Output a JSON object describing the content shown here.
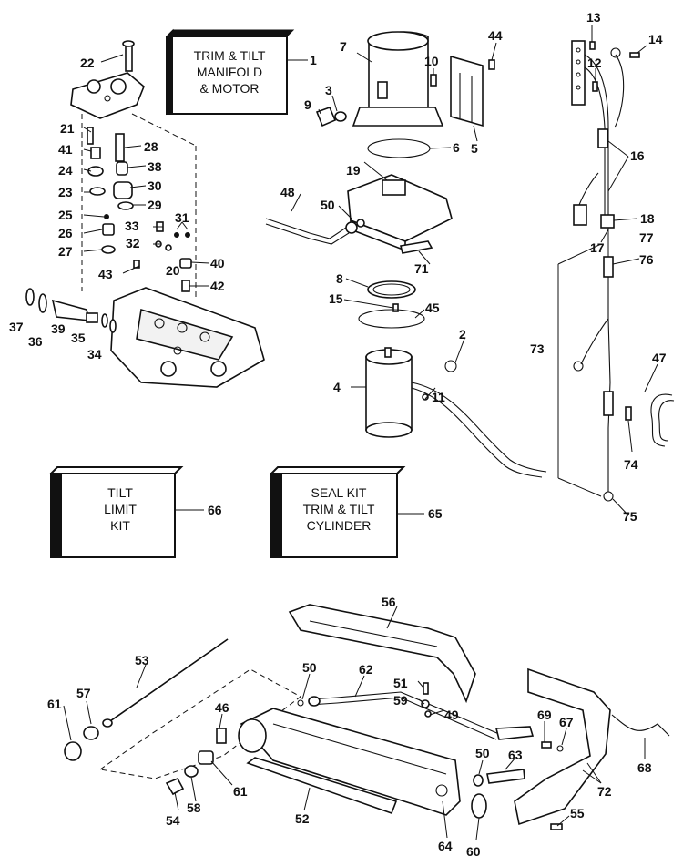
{
  "boxes": [
    {
      "id": "trim-tilt-manifold-motor",
      "lines": [
        "TRIM & TILT",
        "MANIFOLD",
        "& MOTOR"
      ],
      "callout": "1"
    },
    {
      "id": "tilt-limit-kit",
      "lines": [
        "TILT",
        "LIMIT",
        "KIT"
      ],
      "callout": "66"
    },
    {
      "id": "seal-kit",
      "lines": [
        "SEAL KIT",
        "TRIM & TILT",
        "CYLINDER"
      ],
      "callout": "65"
    }
  ],
  "callouts": [
    "1",
    "2",
    "3",
    "4",
    "5",
    "6",
    "7",
    "8",
    "9",
    "10",
    "11",
    "12",
    "13",
    "14",
    "15",
    "16",
    "17",
    "18",
    "19",
    "20",
    "21",
    "22",
    "23",
    "24",
    "25",
    "26",
    "27",
    "28",
    "29",
    "30",
    "31",
    "32",
    "33",
    "34",
    "35",
    "36",
    "37",
    "38",
    "39",
    "40",
    "41",
    "42",
    "43",
    "44",
    "45",
    "46",
    "47",
    "48",
    "49",
    "50",
    "50",
    "50",
    "51",
    "52",
    "53",
    "54",
    "55",
    "56",
    "57",
    "58",
    "59",
    "60",
    "61",
    "61",
    "62",
    "63",
    "64",
    "65",
    "66",
    "67",
    "68",
    "69",
    "71",
    "72",
    "73",
    "74",
    "75",
    "76",
    "77"
  ]
}
